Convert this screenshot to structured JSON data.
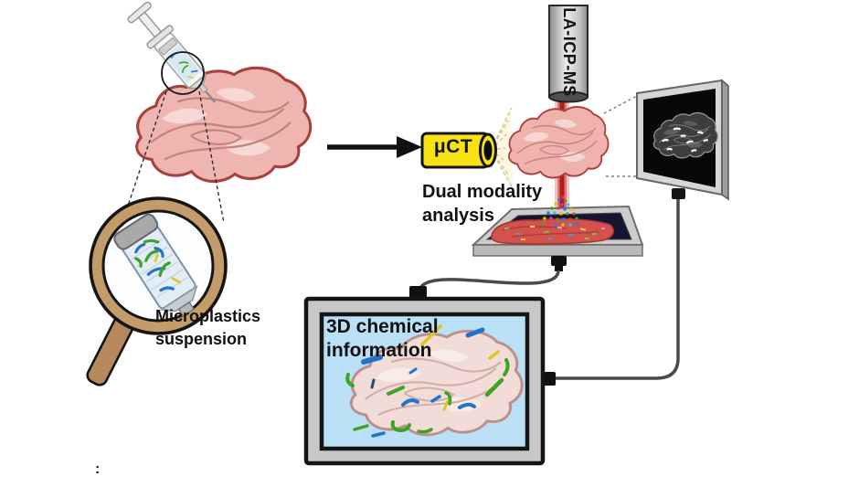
{
  "figure": {
    "description": "Workflow diagram: microplastics suspension injected into tissue, dual modality analysis (micro-CT and LA-ICP-MS), producing CT image and 3D chemical information",
    "labels": {
      "microplastics_suspension": "Microplastics\nsuspension",
      "uct": "μCT",
      "la_icp_ms": "LA-ICP-MS",
      "dual_modality": "Dual modality\nanalysis",
      "chemical_info": "3D chemical\ninformation",
      "caption_marker": ":"
    },
    "colors": {
      "tissue_fill": "#efb6b1",
      "tissue_outline": "#a8403c",
      "uct_yellow": "#f8e213",
      "laser_red": "#b11d1d",
      "result_screen_blue": "#b9e0f4",
      "stage_surface_navy": "#15152e",
      "stage_sample_red": "#d5514d",
      "microplastic_blue": "#2273c9",
      "microplastic_green": "#3da324",
      "microplastic_yellow": "#ddc718",
      "magnifier_tan": "#c49c69",
      "monitor_gray": "#d6d6d6",
      "ct_screen_black": "#080808"
    }
  }
}
